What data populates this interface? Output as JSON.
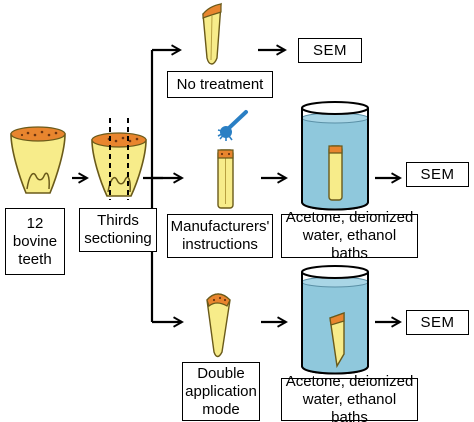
{
  "labels": {
    "start": "12\nbovine\nteeth",
    "sectioning": "Thirds\nsectioning",
    "no_treatment": "No treatment",
    "sem_top": "SEM",
    "manufacturers": "Manufacturers'\ninstructions",
    "baths_middle": "Acetone, deionized\nwater, ethanol baths",
    "sem_middle": "SEM",
    "double_application": "Double\napplication\nmode",
    "baths_bottom": "Acetone, deionized\nwater, ethanol baths",
    "sem_bottom": "SEM"
  },
  "colors": {
    "tooth_crown": "#e8852e",
    "tooth_body": "#f7ec8a",
    "tooth_outline": "#6a5a1a",
    "enamel_dots": "#6b3410",
    "water": "#8fc8dc",
    "beaker_outline": "#000000",
    "brush": "#2a7fc4",
    "arrow": "#000000"
  },
  "icons": {
    "whole_tooth": "tooth-icon",
    "sectioned_tooth": "sectioned-tooth-icon",
    "tooth_slice": "tooth-slice-icon",
    "applicator_brush": "applicator-brush-icon",
    "beaker": "beaker-icon"
  }
}
